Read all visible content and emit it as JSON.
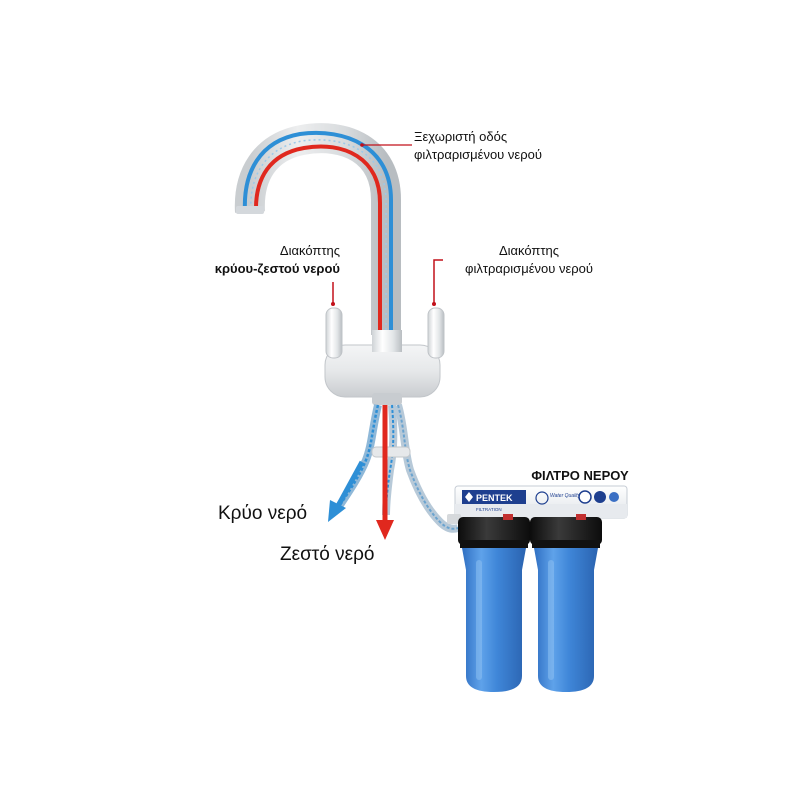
{
  "labels": {
    "separate_path_line1": "Ξεχωριστή οδός",
    "separate_path_line2": "φιλτραρισμένου νερού",
    "mixer_switch_line1": "Διακόπτης",
    "mixer_switch_line2": "κρύου-ζεστού νερού",
    "filtered_switch_line1": "Διακόπτης",
    "filtered_switch_line2": "φιλτραρισμένου νερού",
    "filter_title": "ΦΙΛΤΡΟ ΝΕΡΟΥ",
    "cold_water": "Κρύο νερό",
    "hot_water": "Ζεστό νερό"
  },
  "filter_brand": {
    "name": "PENTEK",
    "subtitle": "FILTRATION",
    "tagline": "Water Quality"
  },
  "colors": {
    "cold": "#2e8fd6",
    "hot": "#e0281e",
    "filter_blue": "#3f86d8",
    "filter_cap": "#1c1c1c",
    "leader": "#c2101a"
  }
}
